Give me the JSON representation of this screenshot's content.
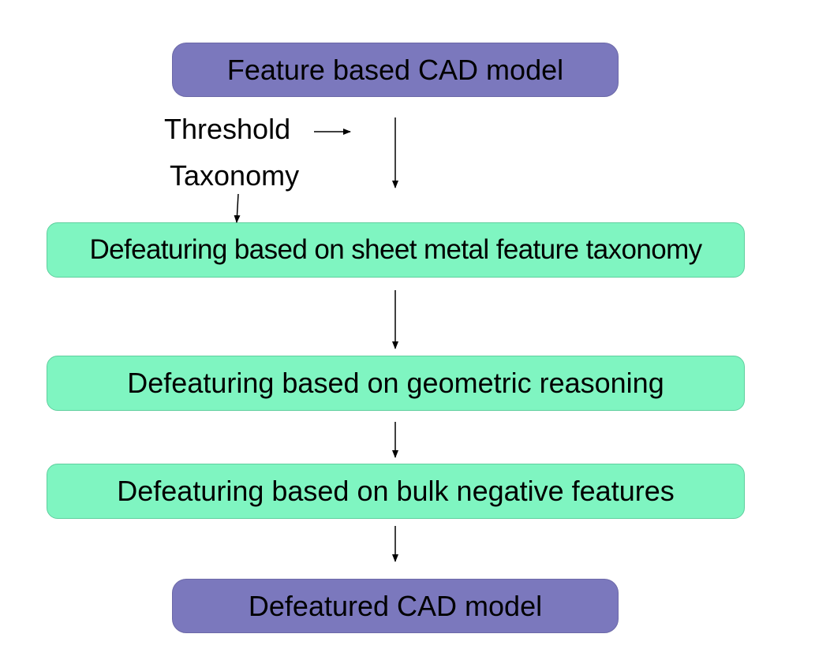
{
  "diagram": {
    "input_node": "Feature based CAD model",
    "inputs": {
      "threshold": "Threshold",
      "taxonomy": "Taxonomy"
    },
    "steps": [
      "Defeaturing based on sheet metal feature taxonomy",
      "Defeaturing based on geometric reasoning",
      "Defeaturing based on bulk negative features"
    ],
    "output_node": "Defeatured CAD model"
  },
  "colors": {
    "io_fill": "#7b78bd",
    "step_fill": "#7ff5c1",
    "arrow": "#000000"
  }
}
